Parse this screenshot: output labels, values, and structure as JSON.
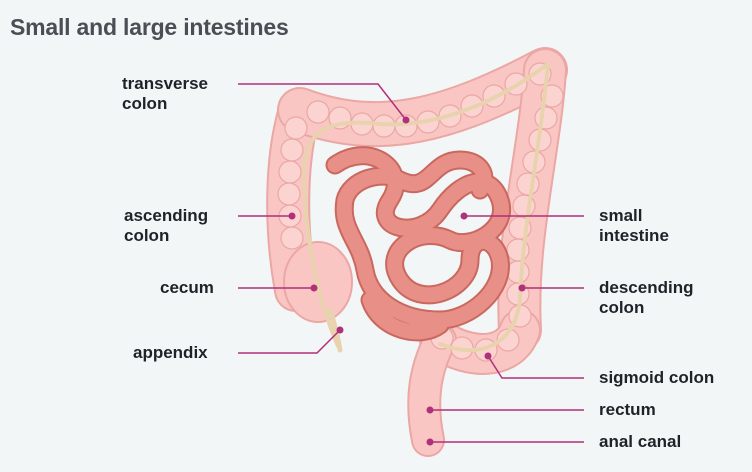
{
  "title": "Small and large intestines",
  "labels": {
    "transverse_colon": "transverse\ncolon",
    "ascending_colon": "ascending\ncolon",
    "cecum": "cecum",
    "appendix": "appendix",
    "small_intestine": "small\nintestine",
    "descending_colon": "descending\ncolon",
    "sigmoid_colon": "sigmoid colon",
    "rectum": "rectum",
    "anal_canal": "anal canal"
  },
  "colors": {
    "background": "#f2f6f7",
    "colon": "#f9c6c4",
    "colon_outline": "#eba7a4",
    "small_intestine": "#e88f87",
    "small_intestine_outline": "#c9685f",
    "taenia": "#e9d3ae",
    "leader_line": "#b0307a"
  }
}
